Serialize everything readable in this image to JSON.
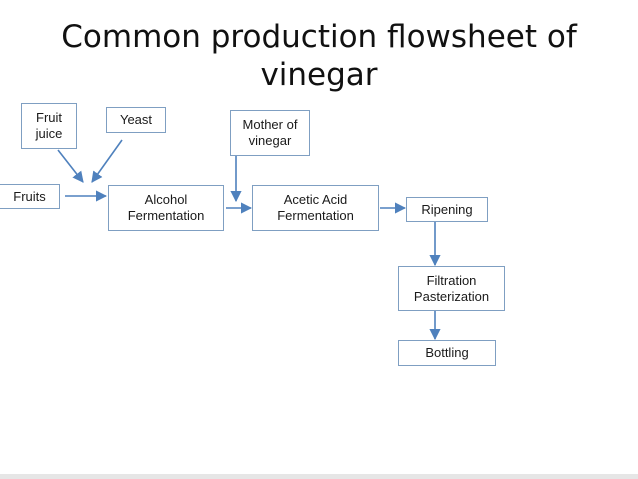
{
  "title": {
    "line1": "Common production flowsheet of",
    "line2": "vinegar"
  },
  "nodes": {
    "fruit_juice": [
      "Fruit",
      "juice"
    ],
    "yeast": [
      "Yeast"
    ],
    "mother_of_vinegar": [
      "Mother of",
      "vinegar"
    ],
    "fruits": [
      "Fruits"
    ],
    "alcohol_fermentation": [
      "Alcohol",
      "Fermentation"
    ],
    "acetic_acid_fermentation": [
      "Acetic Acid",
      "Fermentation"
    ],
    "ripening": [
      "Ripening"
    ],
    "filtration_pasterization": [
      "Filtration",
      "Pasterization"
    ],
    "bottling": [
      "Bottling"
    ]
  },
  "edges": [
    {
      "from": "fruit_juice",
      "to": "alcohol_fermentation"
    },
    {
      "from": "yeast",
      "to": "alcohol_fermentation"
    },
    {
      "from": "fruits",
      "to": "alcohol_fermentation"
    },
    {
      "from": "mother_of_vinegar",
      "to": "acetic_acid_fermentation"
    },
    {
      "from": "alcohol_fermentation",
      "to": "acetic_acid_fermentation"
    },
    {
      "from": "acetic_acid_fermentation",
      "to": "ripening"
    },
    {
      "from": "ripening",
      "to": "filtration_pasterization"
    },
    {
      "from": "filtration_pasterization",
      "to": "bottling"
    }
  ],
  "colors": {
    "node_border": "#7f9fc2",
    "arrow": "#4f81bd",
    "text": "#1a1a1a"
  }
}
